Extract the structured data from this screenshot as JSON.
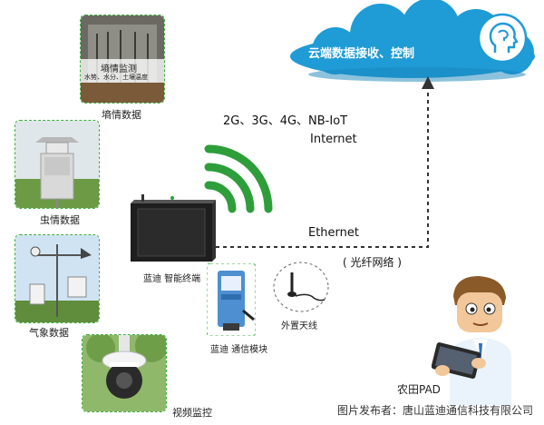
{
  "cloud": {
    "label": "云端数据接收、控制"
  },
  "sensors": [
    {
      "id": "soil",
      "label": "墒情数据",
      "overlay_title": "墒情监测",
      "overlay_sub": "水势、水分、土壤温度"
    },
    {
      "id": "insect",
      "label": "虫情数据"
    },
    {
      "id": "weather",
      "label": "气象数据"
    },
    {
      "id": "video",
      "label": "视频监控"
    }
  ],
  "network": {
    "cellular": "2G、3G、4G、NB-IoT",
    "internet": "Internet",
    "ethernet": "Ethernet",
    "fiber": "( 光纤网络 )"
  },
  "devices": {
    "terminal": "蓝迪 智能终端",
    "comm_module": "蓝迪 通信模块",
    "antenna": "外置天线",
    "pad": "农田PAD"
  },
  "credit": "图片发布者：唐山蓝迪通信科技有限公司",
  "colors": {
    "cloud": "#1f9bd6",
    "arrow": "#333333",
    "wifi": "#2e9e3a",
    "frame": "#3fae3f"
  }
}
